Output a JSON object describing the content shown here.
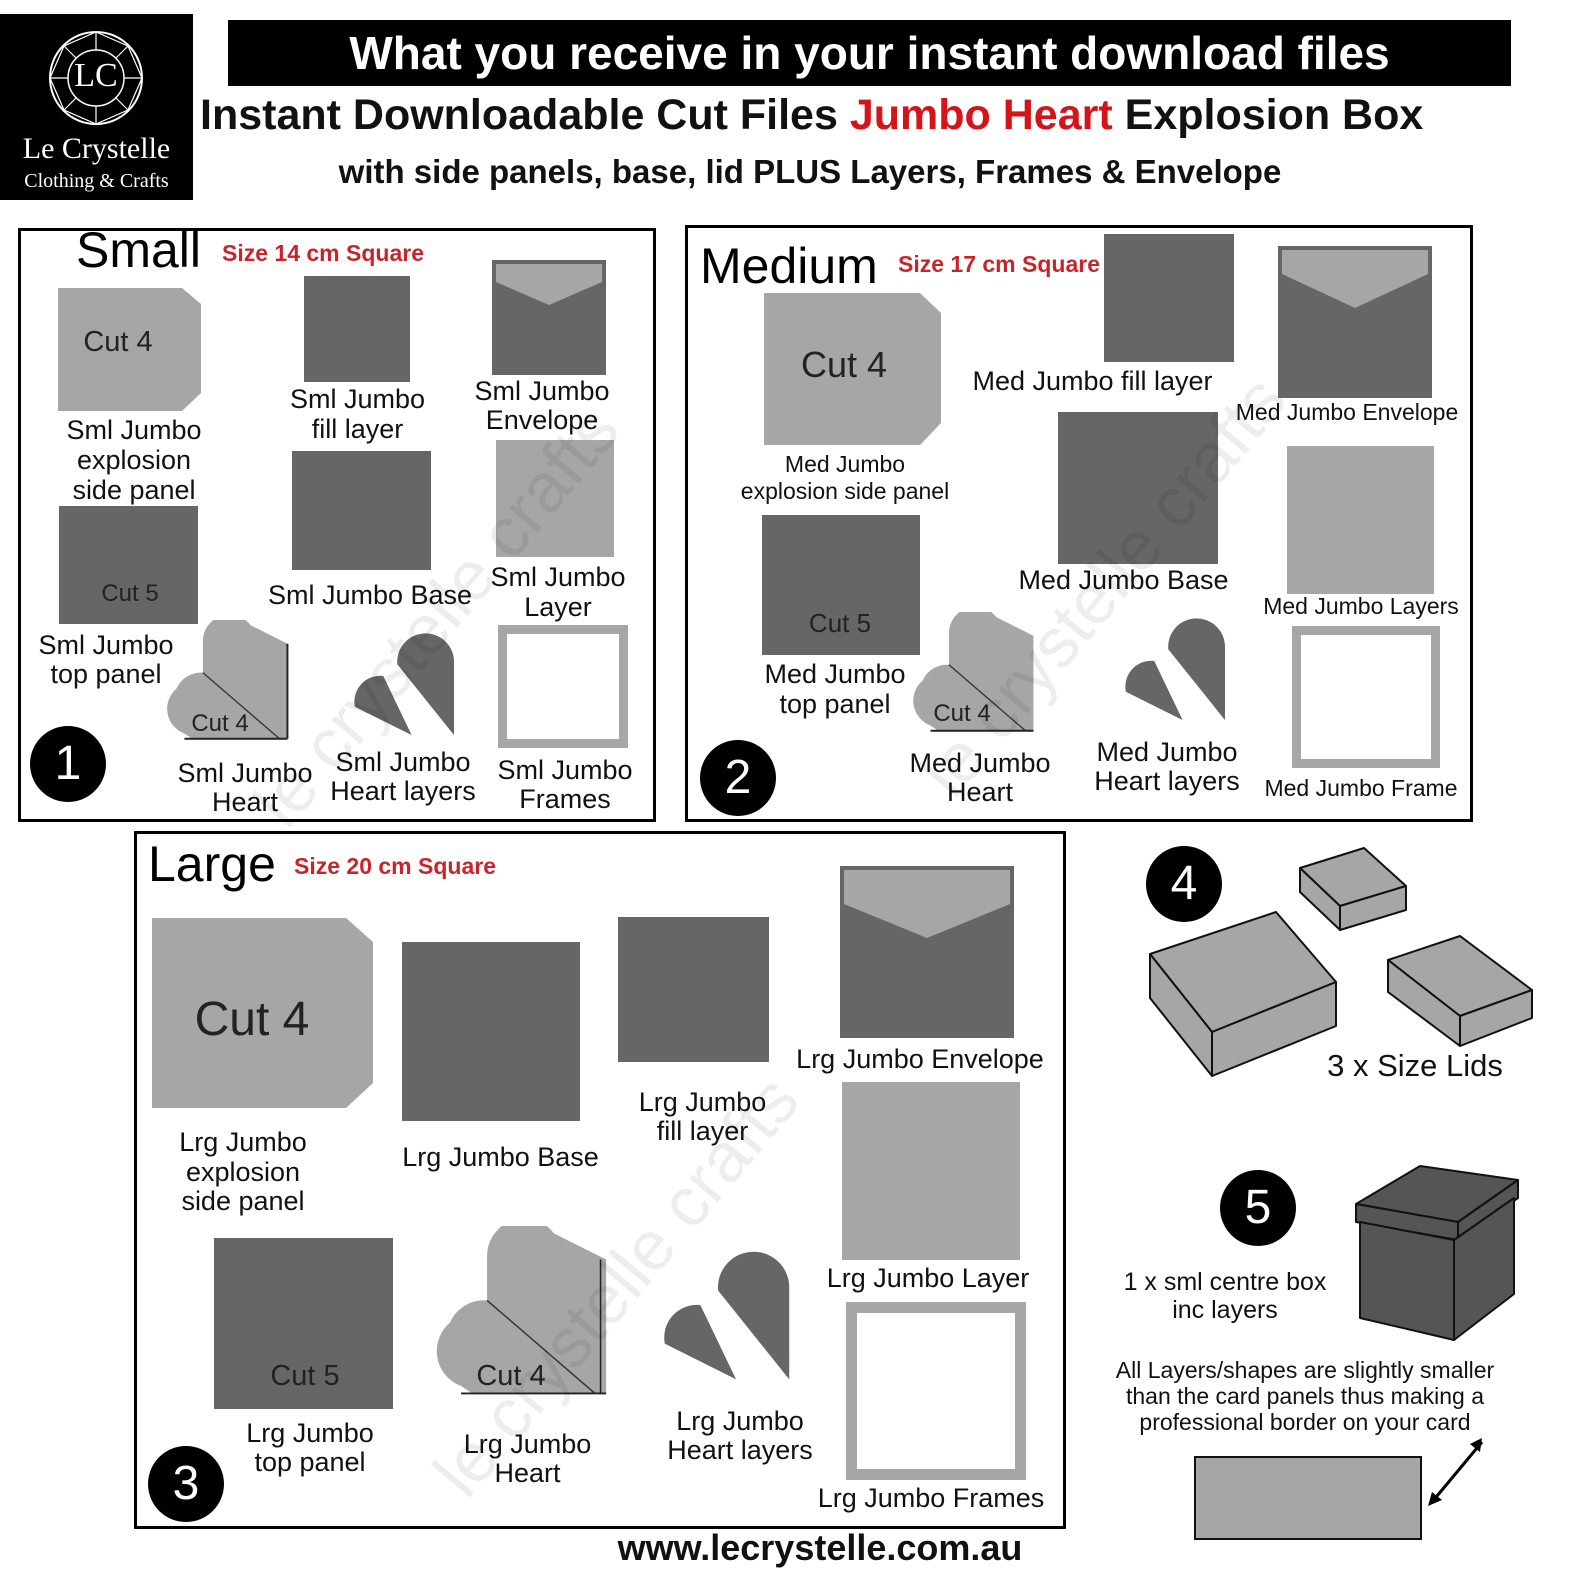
{
  "logo": {
    "monogram": "LC",
    "name": "Le Crystelle",
    "tagline": "Clothing & Crafts"
  },
  "header": {
    "banner": "What you receive in your instant download files",
    "line2_start": "Instant Downloadable Cut Files",
    "line2_highlight": "Jumbo Heart",
    "line2_end": "Explosion Box",
    "line3": "with side panels, base, lid PLUS Layers, Frames & Envelope"
  },
  "watermark": "le crystelle crafts",
  "small": {
    "number": "1",
    "title": "Small",
    "size": "Size 14 cm Square",
    "side_cut": "Cut 4",
    "side_label_1": "Sml Jumbo",
    "side_label_2": "explosion",
    "side_label_3": "side panel",
    "fill_1": "Sml Jumbo",
    "fill_2": "fill layer",
    "env_1": "Sml Jumbo",
    "env_2": "Envelope",
    "top_cut": "Cut 5",
    "top_1": "Sml Jumbo",
    "top_2": "top panel",
    "base": "Sml Jumbo Base",
    "layer_1": "Sml Jumbo",
    "layer_2": "Layer",
    "heart_cut": "Cut 4",
    "heart_1": "Sml Jumbo",
    "heart_2": "Heart",
    "hlayers_1": "Sml Jumbo",
    "hlayers_2": "Heart layers",
    "frames_1": "Sml Jumbo",
    "frames_2": "Frames"
  },
  "medium": {
    "number": "2",
    "title": "Medium",
    "size": "Size 17 cm Square",
    "side_cut": "Cut 4",
    "side_1": "Med Jumbo",
    "side_2": "explosion side panel",
    "fill": "Med Jumbo fill layer",
    "env": "Med Jumbo Envelope",
    "top_cut": "Cut 5",
    "top_1": "Med Jumbo",
    "top_2": "top panel",
    "base": "Med Jumbo Base",
    "layers": "Med Jumbo Layers",
    "heart_cut": "Cut 4",
    "heart_1": "Med Jumbo",
    "heart_2": "Heart",
    "hlayers_1": "Med Jumbo",
    "hlayers_2": "Heart layers",
    "frame": "Med Jumbo Frame"
  },
  "large": {
    "number": "3",
    "title": "Large",
    "size": "Size 20 cm Square",
    "side_cut": "Cut 4",
    "side_1": "Lrg Jumbo",
    "side_2": "explosion",
    "side_3": "side panel",
    "base": "Lrg Jumbo Base",
    "fill_1": "Lrg Jumbo",
    "fill_2": "fill layer",
    "env": "Lrg Jumbo Envelope",
    "top_cut": "Cut 5",
    "top_1": "Lrg Jumbo",
    "top_2": "top panel",
    "heart_cut": "Cut 4",
    "heart_1": "Lrg Jumbo",
    "heart_2": "Heart",
    "hlayers_1": "Lrg Jumbo",
    "hlayers_2": "Heart layers",
    "layer": "Lrg Jumbo Layer",
    "frames": "Lrg Jumbo Frames"
  },
  "lids": {
    "number": "4",
    "label": "3 x Size Lids"
  },
  "centre_box": {
    "number": "5",
    "label_1": "1 x sml centre box",
    "label_2": "inc layers"
  },
  "note": {
    "line_1": "All Layers/shapes are slightly smaller",
    "line_2": "than the card panels thus making a",
    "line_3": "professional border on your card"
  },
  "footer": {
    "url": "www.lecrystelle.com.au"
  },
  "colors": {
    "dark_grey": "#666666",
    "light_grey": "#a6a6a6",
    "accent_red": "#d3151b",
    "tag_red": "#c8252b"
  }
}
